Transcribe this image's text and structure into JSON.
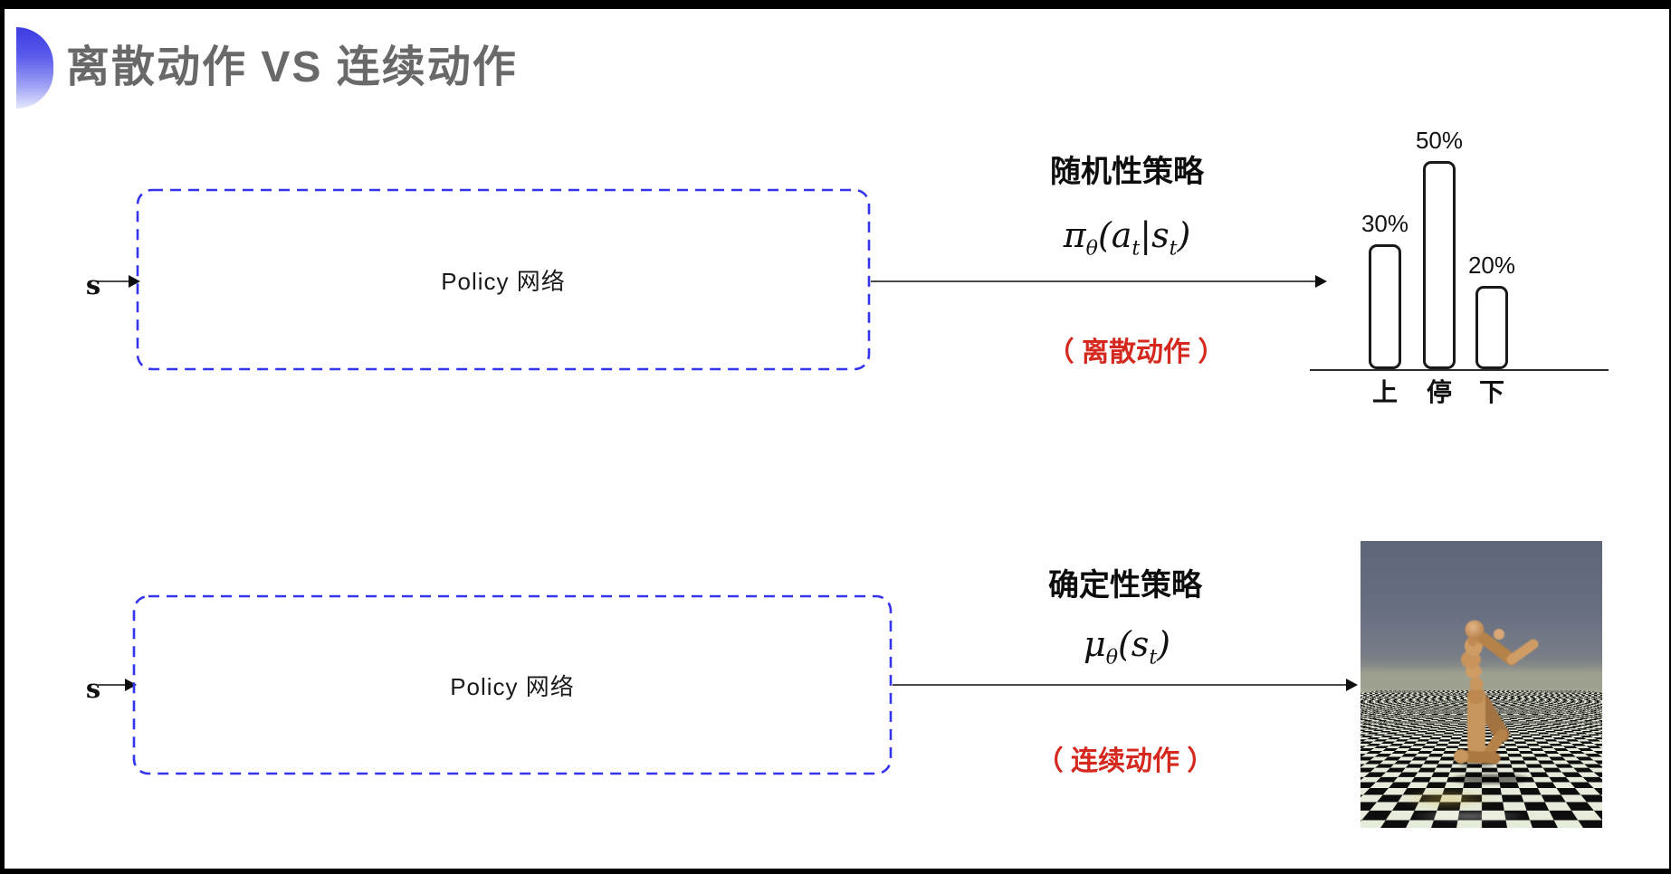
{
  "title": "离散动作 VS 连续动作",
  "rows": [
    {
      "input_label": "s",
      "box_label": "Policy 网络",
      "policy_name": "随机性策略",
      "action_type_note": "（ 离散动作 ）",
      "formula": [
        [
          "π",
          0
        ],
        [
          "θ",
          1
        ],
        [
          "(",
          0
        ],
        [
          "a",
          0
        ],
        [
          "t",
          1
        ],
        [
          "|",
          0
        ],
        [
          "s",
          0
        ],
        [
          "t",
          1
        ],
        [
          ")",
          0
        ]
      ]
    },
    {
      "input_label": "s",
      "box_label": "Policy 网络",
      "policy_name": "确定性策略",
      "action_type_note": "（ 连续动作 ）",
      "formula": [
        [
          "μ",
          0
        ],
        [
          "θ",
          1
        ],
        [
          "(",
          0
        ],
        [
          "s",
          0
        ],
        [
          "t",
          1
        ],
        [
          ")",
          0
        ]
      ]
    }
  ],
  "chart_data": {
    "type": "bar",
    "title": "",
    "xlabel": "",
    "ylabel": "",
    "categories": [
      "上",
      "停",
      "下"
    ],
    "values": [
      30,
      50,
      20
    ],
    "value_labels": [
      "30%",
      "50%",
      "20%"
    ],
    "ylim": [
      0,
      55
    ],
    "grid": false,
    "legend": false
  },
  "illustration": {
    "name": "humanoid-on-checkerboard",
    "description": "simulated humanoid robot running on a black-and-white checkerboard floor under a gray sky"
  },
  "colors": {
    "box_dash_blue": "#3434ee",
    "note_red": "#d5291f",
    "title_gray": "#696969"
  }
}
